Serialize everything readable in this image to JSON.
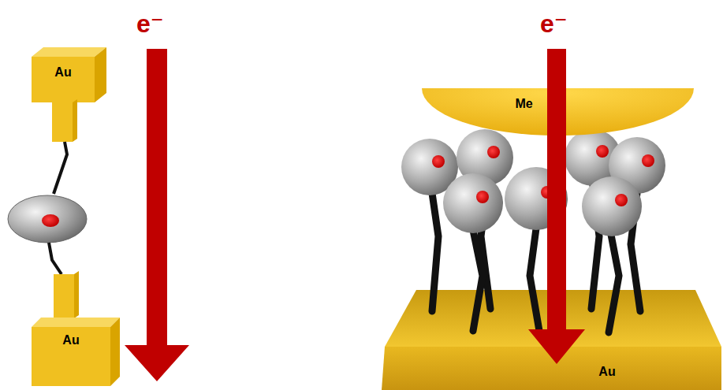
{
  "diagram": {
    "nodes": [
      {
        "text": [
          "Au"
        ]
      },
      {
        "text": [
          "Au"
        ]
      },
      {
        "text": [
          "Me"
        ]
      },
      {
        "text": [
          "Au"
        ]
      }
    ],
    "labels": [
      "e⁻",
      "e⁻"
    ]
  }
}
